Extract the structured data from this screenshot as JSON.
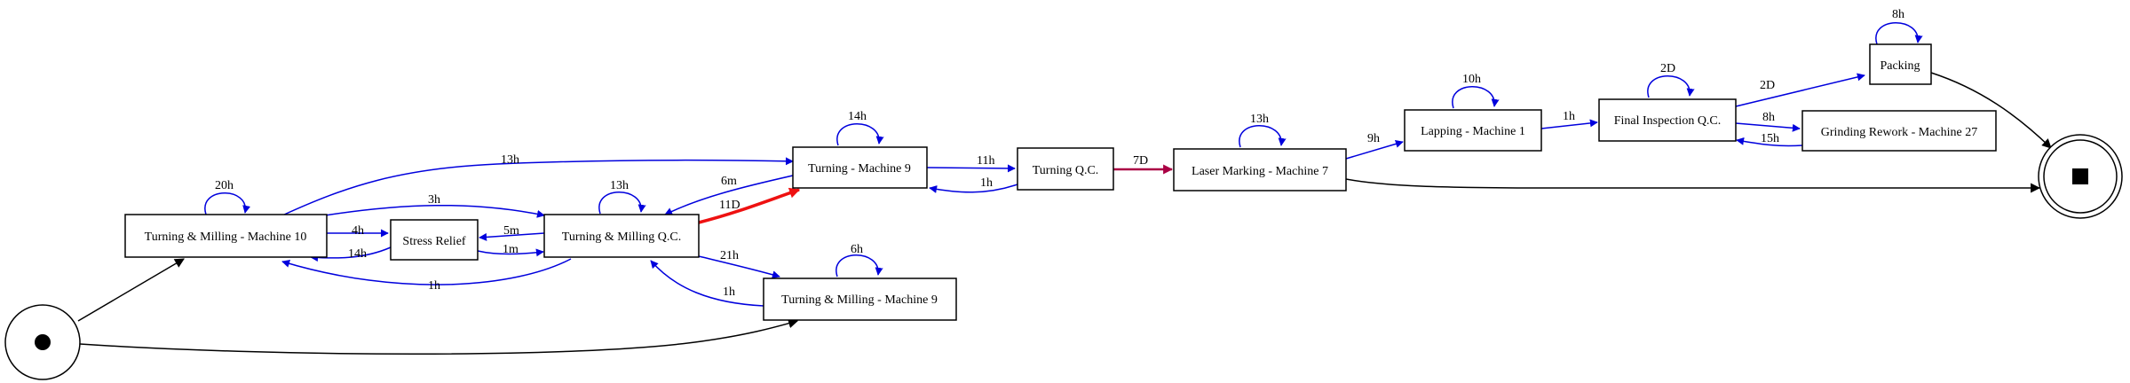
{
  "colors": {
    "flow": "#0000dd",
    "terminal": "#000000",
    "highlight": "#ee1111",
    "marked": "#aa0044"
  },
  "nodes": {
    "start": {
      "label": "",
      "icon": "start-dot-icon"
    },
    "end": {
      "label": "",
      "icon": "end-square-icon"
    },
    "tm10": {
      "label": "Turning & Milling - Machine 10"
    },
    "stress": {
      "label": "Stress Relief"
    },
    "tmqc": {
      "label": "Turning & Milling Q.C."
    },
    "t9": {
      "label": "Turning - Machine 9"
    },
    "tqc": {
      "label": "Turning Q.C."
    },
    "tm9": {
      "label": "Turning & Milling - Machine 9"
    },
    "laser": {
      "label": "Laser Marking - Machine 7"
    },
    "lap": {
      "label": "Lapping - Machine 1"
    },
    "final": {
      "label": "Final Inspection Q.C."
    },
    "grind": {
      "label": "Grinding Rework - Machine 27"
    },
    "pack": {
      "label": "Packing"
    }
  },
  "edges": {
    "tm10_self": {
      "label": "20h"
    },
    "t9_self": {
      "label": "14h"
    },
    "tmqc_self": {
      "label": "13h"
    },
    "tm9_self": {
      "label": "6h"
    },
    "laser_self": {
      "label": "13h"
    },
    "lap_self": {
      "label": "10h"
    },
    "final_self": {
      "label": "2D"
    },
    "pack_self": {
      "label": "8h"
    },
    "tm10_t9": {
      "label": "13h"
    },
    "tm10_tmqc": {
      "label": "3h"
    },
    "tm10_stress": {
      "label": "4h"
    },
    "stress_tm10": {
      "label": "14h"
    },
    "tmqc_stress": {
      "label": "5m"
    },
    "stress_tmqc": {
      "label": "1m"
    },
    "tmqc_tm10": {
      "label": "1h"
    },
    "t9_tmqc": {
      "label": "6m"
    },
    "tmqc_t9": {
      "label": "11D"
    },
    "tmqc_tm9": {
      "label": "21h"
    },
    "tm9_tmqc": {
      "label": "1h"
    },
    "t9_tqc": {
      "label": "11h"
    },
    "tqc_t9": {
      "label": "1h"
    },
    "tqc_laser": {
      "label": "7D"
    },
    "laser_lap": {
      "label": "9h"
    },
    "lap_final": {
      "label": "1h"
    },
    "final_pack": {
      "label": "2D"
    },
    "final_grind": {
      "label": "8h"
    },
    "grind_final": {
      "label": "15h"
    }
  }
}
